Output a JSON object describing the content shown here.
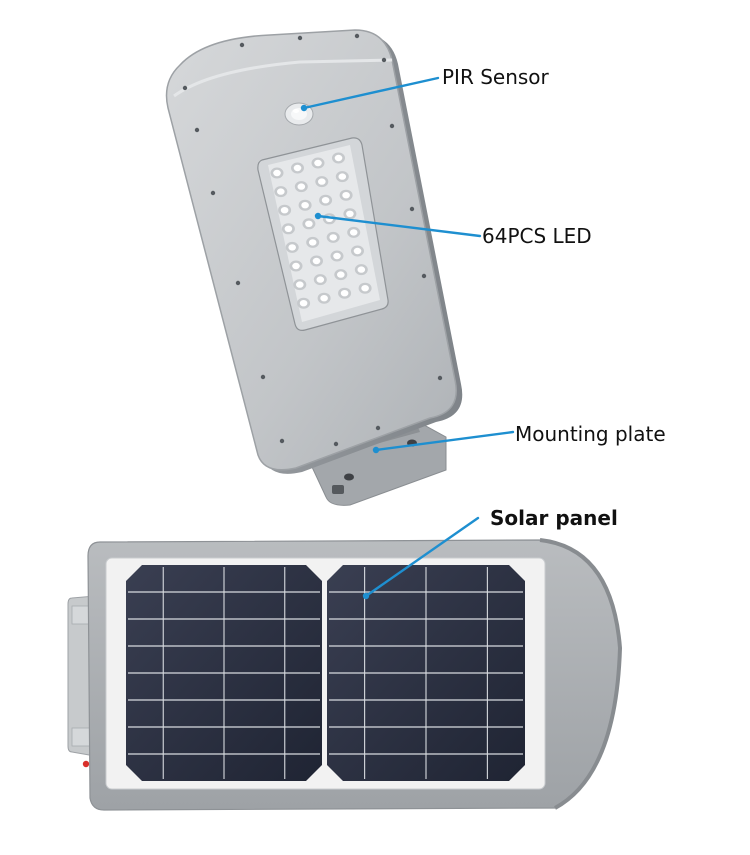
{
  "labels": {
    "pir_sensor": "PIR Sensor",
    "led": "64PCS LED",
    "mounting_plate": "Mounting plate",
    "solar_panel": "Solar panel"
  },
  "icons": {
    "lamp": "street-lamp-illustration",
    "panel": "solar-panel-illustration"
  },
  "colors": {
    "leader_line": "#1e8fd0",
    "housing": "#c4c7c9",
    "cell": "#2b3040",
    "led": "#ffffff"
  }
}
